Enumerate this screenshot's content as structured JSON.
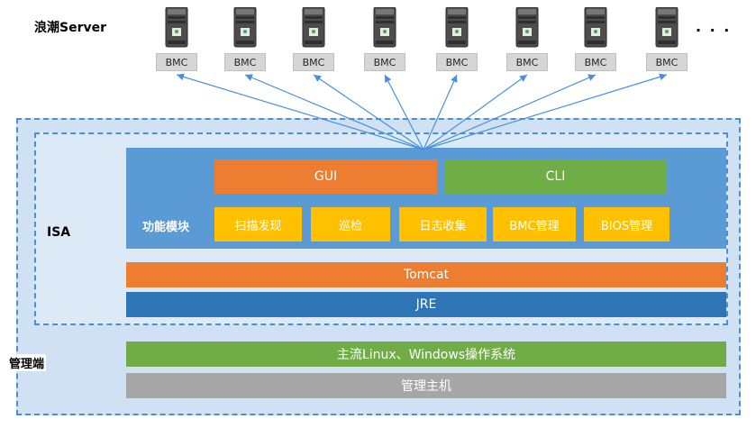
{
  "title": "浪潮Server",
  "servers": {
    "count": 8,
    "bmc_label": "BMC",
    "ellipsis": ". . ."
  },
  "management": {
    "label": "管理端",
    "isa": {
      "label": "ISA",
      "gui_label": "GUI",
      "cli_label": "CLI",
      "modules_label": "功能模块",
      "modules": [
        "扫描发现",
        "巡检",
        "日志收集",
        "BMC管理",
        "BIOS管理"
      ],
      "tomcat_label": "Tomcat",
      "jre_label": "JRE"
    },
    "os_label": "主流Linux、Windows操作系统",
    "host_label": "管理主机"
  },
  "colors": {
    "orange": "#ed7d31",
    "green": "#70ad47",
    "yellow": "#ffc000",
    "core_blue": "#5b9bd5",
    "jre_blue": "#2e75b6",
    "host_gray": "#a6a6a6",
    "outer_bg": "#cfe1f2",
    "isa_bg": "#dceaf8",
    "connector_blue": "#4a90d9",
    "bmc_gray": "#d6d6d6"
  }
}
